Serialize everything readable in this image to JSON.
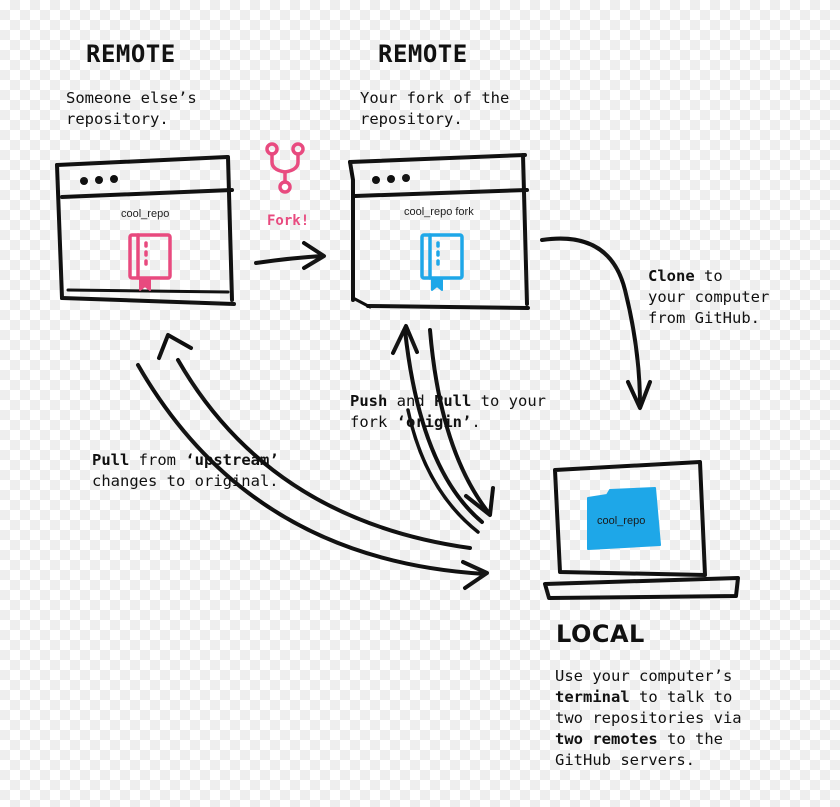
{
  "colors": {
    "pink": "#e84a7f",
    "blue": "#1ea7e8",
    "ink": "#111111"
  },
  "remote_left": {
    "heading": "REMOTE",
    "desc_line1": "Someone else’s",
    "desc_line2": "repository.",
    "repo_name": "cool_repo",
    "icon": "repo-book-icon"
  },
  "fork": {
    "label": "Fork!",
    "icon": "git-fork-icon"
  },
  "remote_right": {
    "heading": "REMOTE",
    "desc_line1": "Your fork of the",
    "desc_line2": "repository.",
    "repo_name": "cool_repo fork",
    "icon": "repo-book-icon"
  },
  "clone_note": {
    "bold": "Clone",
    "line1_rest": " to",
    "line2": "your computer",
    "line3": "from GitHub."
  },
  "push_pull_note": {
    "push": "Push",
    "and": " and ",
    "pull": "Pull",
    "line1_rest": " to your",
    "line2_pre": "fork ",
    "origin": "‘origin’",
    "line2_post": "."
  },
  "upstream_note": {
    "pull": "Pull",
    "from": " from ",
    "upstream": "‘upstream’",
    "line2": "changes to original."
  },
  "local": {
    "heading": "LOCAL",
    "folder_name": "cool_repo",
    "line1": "Use your computer’s",
    "terminal": "terminal",
    "line2_rest": " to talk to",
    "line3": "two repositories via",
    "two_remotes": "two remotes",
    "line4_rest": " to the",
    "line5": "GitHub servers."
  }
}
